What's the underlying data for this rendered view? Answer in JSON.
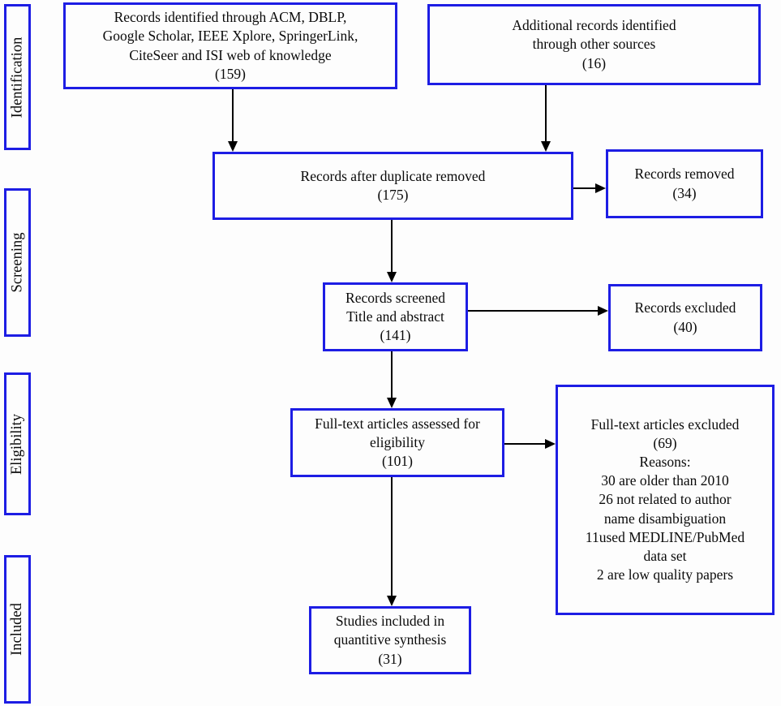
{
  "diagram": {
    "type": "prisma-flowchart",
    "accent_border_color": "#1d1de4",
    "arrow_color": "#000000",
    "sidebar": {
      "identification": "Identification",
      "screening": "Screening",
      "eligibility": "Eligibility",
      "included": "Included"
    },
    "boxes": {
      "identified": "Records identified through ACM, DBLP,\nGoogle Scholar, IEEE Xplore, SpringerLink,\nCiteSeer and ISI web of knowledge\n(159)",
      "additional": "Additional records identified\nthrough other sources\n(16)",
      "after_duplicates": "Records after duplicate removed\n(175)",
      "removed": "Records removed\n(34)",
      "screened": "Records screened\nTitle and abstract\n(141)",
      "excluded": "Records excluded\n(40)",
      "fulltext_assessed": "Full-text articles assessed for\neligibility\n(101)",
      "fulltext_excluded": "Full-text articles excluded\n(69)\nReasons:\n30 are older than 2010\n26 not related to author\nname disambiguation\n11used MEDLINE/PubMed\ndata set\n2 are low quality papers",
      "included_studies": "Studies included in\nquantitive synthesis\n(31)"
    }
  }
}
